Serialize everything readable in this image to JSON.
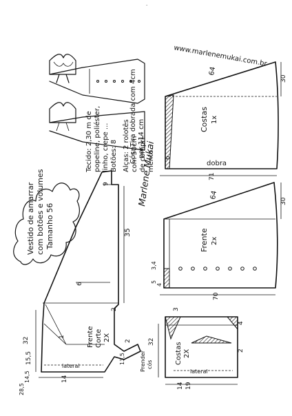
{
  "title_bubble": {
    "line1": "Vestido de amarrar",
    "line2": "com botões e volumes",
    "line3": "Tamanho 56"
  },
  "materials": {
    "fabric": "Tecido: 2,30 m de",
    "fabric_types": "popeline, poliéster,",
    "fabric_types2": "linho, crepe ...",
    "buttons": "Botões: 8",
    "straps": "Alças: 2 rolotês",
    "straps_len": "com 50cm",
    "straps_len2": "de compri-",
    "straps_len3": "mento.",
    "belt": "Cós: Tira dobrada com 4cm",
    "belt2": "por 114 cm"
  },
  "signature": "Marlene Mukai",
  "website": "www.marlenemukai.com.br",
  "pieces": {
    "back_skirt": {
      "label": "Costas",
      "qty": "1x",
      "fold": "dobra",
      "dim_length": "71",
      "dim_width_top": "30",
      "dim_diag": "64",
      "dim_small": "6"
    },
    "front_skirt": {
      "label": "Frente",
      "qty": "2x",
      "dim_length": "70",
      "dim_width_top": "30",
      "dim_diag": "64",
      "dim_a": "3,4",
      "dim_b": "5",
      "dim_c": "4"
    },
    "bodice_front": {
      "label": "Frente",
      "label2": "Corte",
      "qty": "2X",
      "dim_35": "35",
      "dim_6": "6",
      "dim_9": "9",
      "dim_2": "2",
      "dim_32": "32",
      "dim_155": "15,5",
      "dim_145": "14,5",
      "dim_285": "28,5",
      "dim_14": "14",
      "dim_135": "13,5",
      "dim_1": "1",
      "dim_2b": "2",
      "lateral": "lateral",
      "pattern_note": "Prender",
      "pattern_note2": "cós"
    },
    "bodice_back": {
      "label": "Costas",
      "qty": "2X",
      "dim_32": "32",
      "dim_14": "14",
      "dim_19": "19",
      "dim_3": "3",
      "dim_2": "2",
      "dim_4": "4",
      "lateral": "lateral"
    }
  }
}
